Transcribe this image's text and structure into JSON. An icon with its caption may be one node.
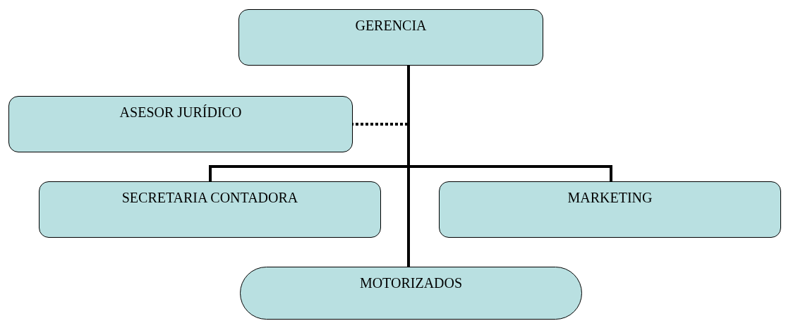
{
  "diagram": {
    "nodes": [
      {
        "text": [
          "GERENCIA"
        ]
      },
      {
        "text": [
          "ASESOR JURÍDICO"
        ]
      },
      {
        "text": [
          "SECRETARIA CONTADORA"
        ]
      },
      {
        "text": [
          "MARKETING"
        ]
      },
      {
        "text": [
          "MOTORIZADOS"
        ]
      }
    ],
    "edges": [
      {
        "from": 0,
        "to": 1,
        "arrow": "none",
        "style": "dashed"
      },
      {
        "from": 0,
        "to": 2,
        "arrow": "none"
      },
      {
        "from": 0,
        "to": 3,
        "arrow": "none"
      },
      {
        "from": 0,
        "to": 4,
        "arrow": "none"
      }
    ]
  }
}
